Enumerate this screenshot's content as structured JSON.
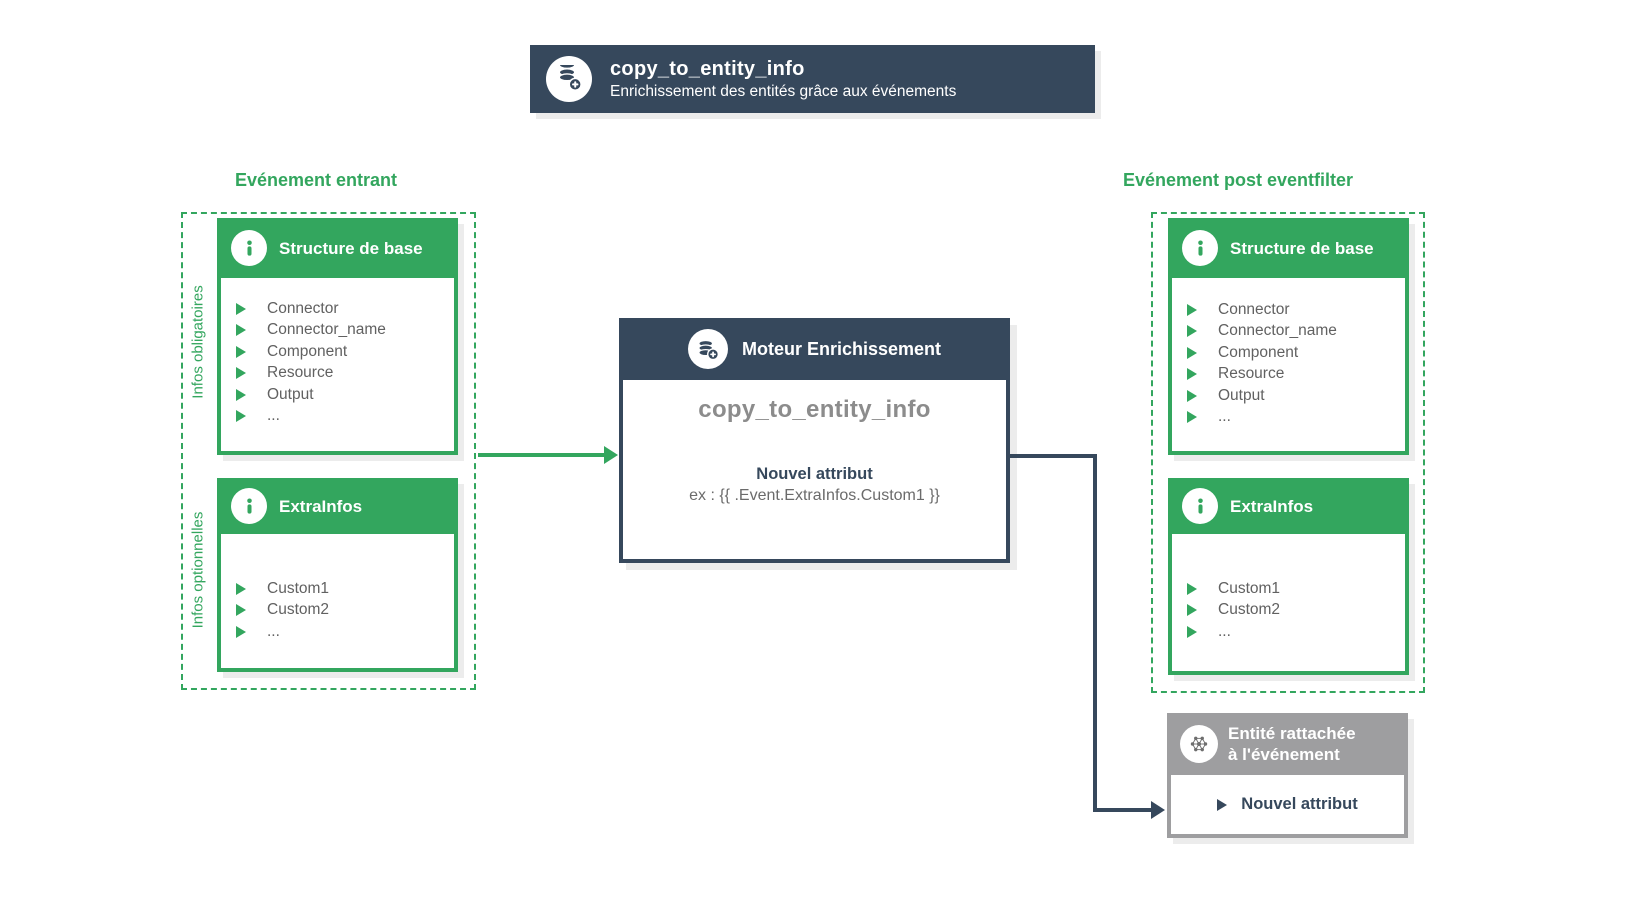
{
  "colors": {
    "navy": "#36485C",
    "green": "#33A65E",
    "gray_header": "#9E9EA0",
    "item_text": "#616161",
    "engine_name_text": "#8C8C8C",
    "shadow": "#ECECEC"
  },
  "banner": {
    "icon": "database-add-icon",
    "title": "copy_to_entity_info",
    "subtitle": "Enrichissement des entités grâce aux événements"
  },
  "left_panel": {
    "title": "Evénement entrant",
    "groups": [
      {
        "side_label": "Infos obligatoires",
        "card": {
          "icon": "info-icon",
          "title": "Structure de base",
          "items": [
            "Connector",
            "Connector_name",
            "Component",
            "Resource",
            "Output",
            "..."
          ]
        }
      },
      {
        "side_label": "Infos optionnelles",
        "card": {
          "icon": "info-icon",
          "title": "ExtraInfos",
          "items": [
            "Custom1",
            "Custom2",
            "..."
          ]
        }
      }
    ]
  },
  "engine": {
    "icon": "database-add-icon",
    "header": "Moteur Enrichissement",
    "name": "copy_to_entity_info",
    "attribute_label": "Nouvel attribut",
    "attribute_example": "ex : {{ .Event.ExtraInfos.Custom1 }}"
  },
  "right_panel": {
    "title": "Evénement post eventfilter",
    "cards": [
      {
        "icon": "info-icon",
        "title": "Structure de base",
        "items": [
          "Connector",
          "Connector_name",
          "Component",
          "Resource",
          "Output",
          "..."
        ]
      },
      {
        "icon": "info-icon",
        "title": "ExtraInfos",
        "items": [
          "Custom1",
          "Custom2",
          "..."
        ]
      }
    ]
  },
  "entity_box": {
    "icon": "graph-icon",
    "title_line1": "Entité rattachée",
    "title_line2": "à l'événement",
    "items": [
      "Nouvel attribut"
    ]
  }
}
